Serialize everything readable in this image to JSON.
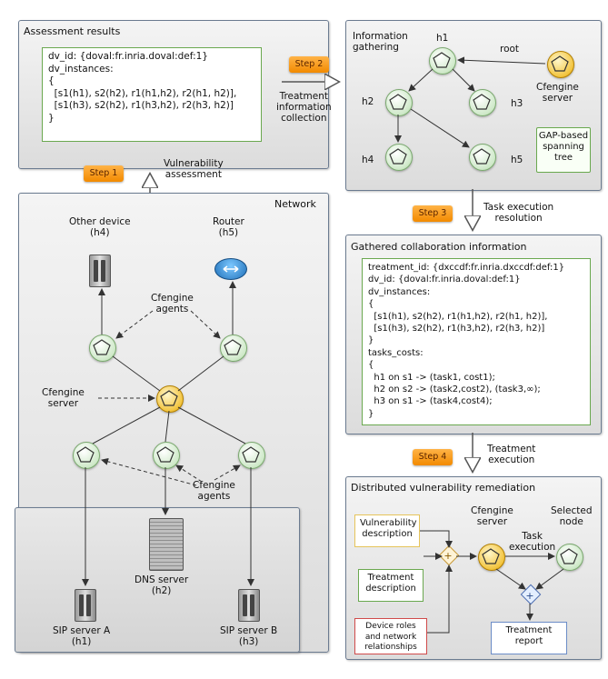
{
  "assessment": {
    "title": "Assessment results",
    "code": [
      "dv_id: {doval:fr.inria.doval:def:1}",
      "dv_instances:",
      "{",
      "  [s1(h1), s2(h2), r1(h1,h2), r2(h1, h2)],",
      "  [s1(h3), s2(h2), r1(h3,h2), r2(h3, h2)]",
      "}"
    ]
  },
  "info_gathering": {
    "title": "Information\ngathering",
    "h1": "h1",
    "h2": "h2",
    "h3": "h3",
    "h4": "h4",
    "h5": "h5",
    "root": "root",
    "cfengine_server": "Cfengine\nserver",
    "gap_box": "GAP-based\nspanning\ntree"
  },
  "steps": {
    "step1": "Step 1",
    "step2": "Step 2",
    "step3": "Step 3",
    "step4": "Step 4",
    "step1_label": "Vulnerability\nassessment",
    "step2_label": "Treatment\ninformation\ncollection",
    "step3_label": "Task execution\nresolution",
    "step4_label": "Treatment\nexecution"
  },
  "network": {
    "title": "Network",
    "other_device": "Other device\n(h4)",
    "router": "Router\n(h5)",
    "agents_top": "Cfengine\nagents",
    "server": "Cfengine\nserver",
    "agents_bottom": "Cfengine\nagents",
    "dns": "DNS server\n(h2)",
    "sip_a": "SIP server A\n(h1)",
    "sip_b": "SIP server B\n(h3)"
  },
  "collab": {
    "title": "Gathered collaboration information",
    "code": [
      "treatment_id: {dxccdf:fr.inria.dxccdf:def:1}",
      "dv_id: {doval:fr.inria.doval:def:1}",
      "dv_instances:",
      "{",
      "  [s1(h1), s2(h2), r1(h1,h2), r2(h1, h2)],",
      "  [s1(h3), s2(h2), r1(h3,h2), r2(h3, h2)]",
      "}",
      "tasks_costs:",
      "{",
      "  h1 on s1 -> (task1, cost1);",
      "  h2 on s2 -> (task2,cost2), (task3,∞);",
      "  h3 on s1 -> (task4,cost4);",
      "}"
    ]
  },
  "remediation": {
    "title": "Distributed vulnerability remediation",
    "vuln_desc": "Vulnerability\ndescription",
    "treat_desc": "Treatment\ndescription",
    "device_roles": "Device roles\nand network\nrelationships",
    "cfengine_server": "Cfengine\nserver",
    "selected_node": "Selected\nnode",
    "task_execution": "Task\nexecution",
    "report": "Treatment\nreport"
  }
}
